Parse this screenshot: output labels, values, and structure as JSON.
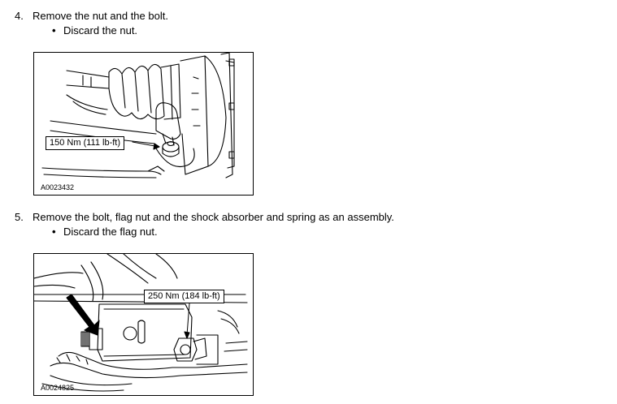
{
  "steps": [
    {
      "number": "4.",
      "text": "Remove the nut and the bolt.",
      "bullet": "Discard the nut.",
      "figure": {
        "id": "A0023432",
        "callout": "150 Nm (111 lb-ft)"
      }
    },
    {
      "number": "5.",
      "text": "Remove the bolt, flag nut and the shock absorber and spring as an assembly.",
      "bullet": "Discard the flag nut.",
      "figure": {
        "id": "A0024825",
        "callout": "250 Nm (184 lb-ft)"
      }
    }
  ],
  "bullet_glyph": "•"
}
